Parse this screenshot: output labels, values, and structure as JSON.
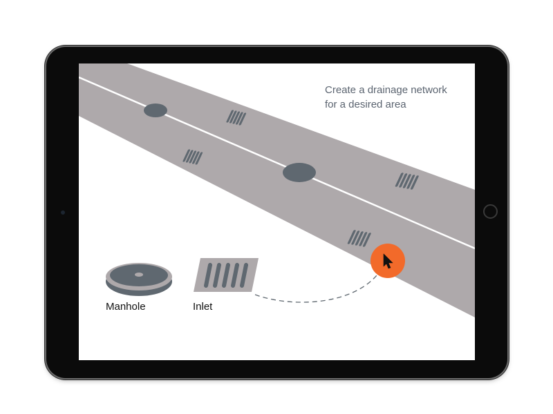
{
  "screen": {
    "prompt_line1": "Create a drainage network",
    "prompt_line2": "for a desired area"
  },
  "legend": {
    "manhole_label": "Manhole",
    "inlet_label": "Inlet"
  },
  "colors": {
    "frame": "#0b0b0b",
    "road": "#aea9ab",
    "center_line": "#ffffff",
    "drain_fixture": "#5f6870",
    "cursor_marker": "#f26a2a",
    "text_secondary": "#5b6470"
  },
  "icons": {
    "cursor": "arrow-cursor-icon",
    "manhole": "manhole-icon",
    "inlet": "inlet-grate-icon"
  }
}
